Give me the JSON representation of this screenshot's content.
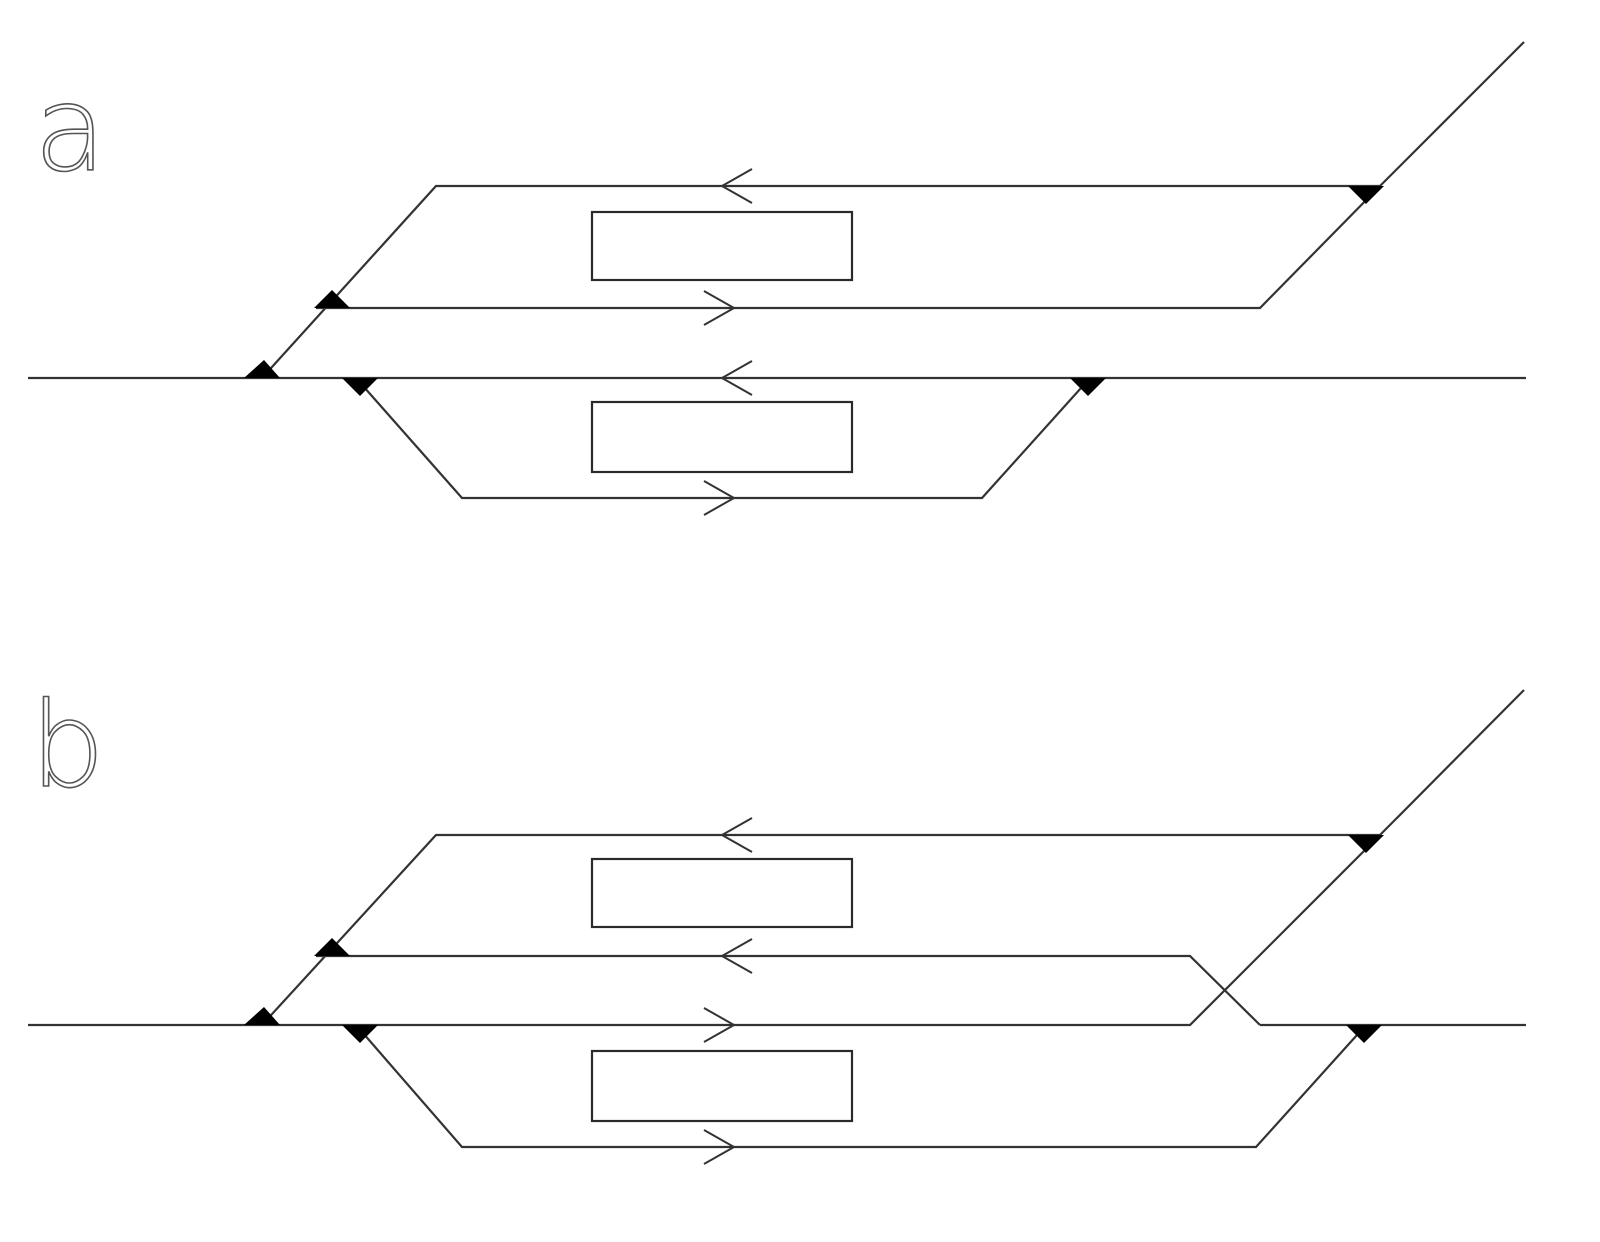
{
  "figure": {
    "type": "railway track layout diagram",
    "colors": {
      "line": "#333333",
      "switch": "#000000",
      "background": "#ffffff"
    }
  },
  "panels": [
    {
      "label": "a",
      "tracks": [
        {
          "id": "main-line",
          "direction": "westbound",
          "arrow": "left"
        },
        {
          "id": "upper-loop-top",
          "direction": "westbound",
          "arrow": "left"
        },
        {
          "id": "upper-loop-bottom",
          "direction": "eastbound",
          "arrow": "right"
        },
        {
          "id": "lower-loop",
          "direction": "eastbound",
          "arrow": "right"
        },
        {
          "id": "branch-line",
          "direction": "diagonal to upper right"
        }
      ],
      "platforms": 2,
      "switches": 5
    },
    {
      "label": "b",
      "tracks": [
        {
          "id": "upper-loop-top",
          "direction": "westbound",
          "arrow": "left"
        },
        {
          "id": "middle-track",
          "direction": "westbound",
          "arrow": "left"
        },
        {
          "id": "main-line",
          "direction": "eastbound",
          "arrow": "right"
        },
        {
          "id": "lower-loop",
          "direction": "eastbound",
          "arrow": "right"
        },
        {
          "id": "branch-line",
          "direction": "diagonal to upper right, crossing"
        }
      ],
      "platforms": 2,
      "switches": 5,
      "crossing": "diamond crossing near right end"
    }
  ]
}
